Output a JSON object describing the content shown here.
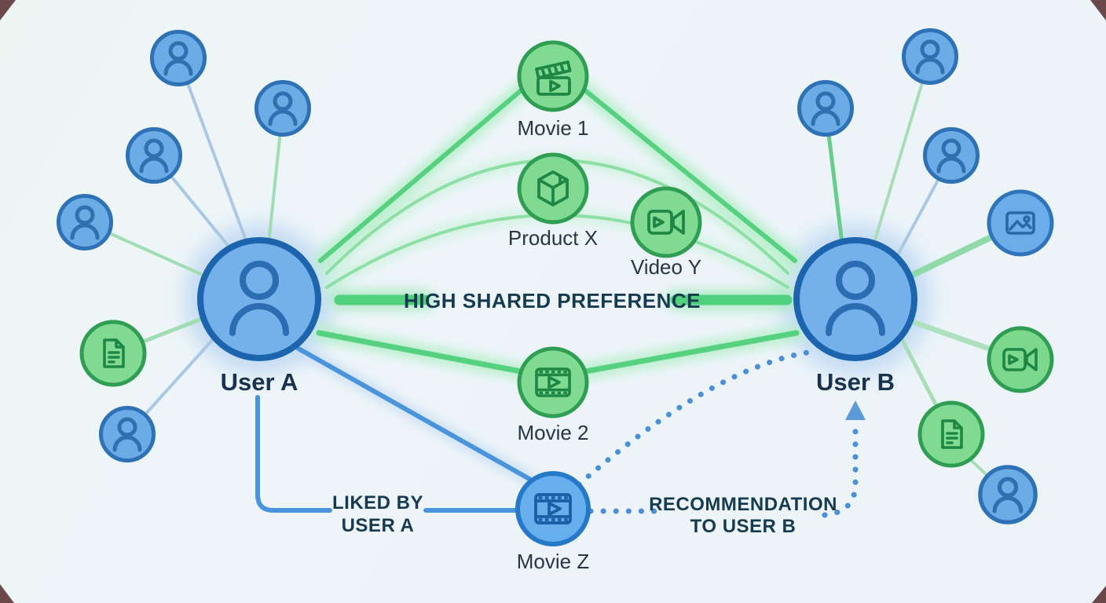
{
  "diagram": {
    "users": {
      "a": "User A",
      "b": "User B"
    },
    "items": {
      "movie1": "Movie 1",
      "product_x": "Product X",
      "video_y": "Video Y",
      "movie2": "Movie 2",
      "movie_z": "Movie Z"
    },
    "annotations": {
      "shared_preference": "HIGH SHARED PREFERENCE",
      "liked_by_line1": "LIKED BY",
      "liked_by_line2": "USER A",
      "recommendation_line1": "RECOMMENDATION",
      "recommendation_line2": "TO USER B"
    },
    "colors": {
      "user_node_fill": "#74b0e9",
      "user_node_border": "#1d64ae",
      "item_node_fill": "#81da91",
      "item_node_border": "#2f9e53",
      "movie_z_fill": "#66aeec",
      "movie_z_border": "#2678c8",
      "shared_link_green": "#52d17d",
      "liked_link_blue": "#4a94db",
      "recommendation_dotted_blue": "#4a90d8",
      "peer_node_fill": "#6babe6",
      "peer_node_border": "#2e72b5",
      "label_navy": "#19334f",
      "background": "#eef5f8"
    }
  }
}
